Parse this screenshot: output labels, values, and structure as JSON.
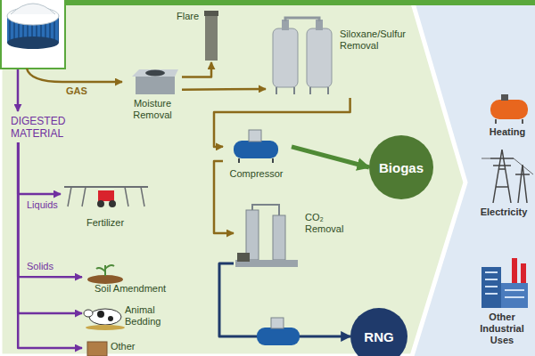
{
  "diagram": {
    "nodes": [
      {
        "text": [
          "Moisture Removal"
        ]
      },
      {
        "text": [
          "Flare"
        ]
      },
      {
        "text": [
          "Siloxane/Sulfur Removal"
        ]
      },
      {
        "text": [
          "Compressor"
        ]
      },
      {
        "text": [
          "Biogas"
        ]
      },
      {
        "text": [
          "CO₂ Removal"
        ]
      },
      {
        "text": [
          "RNG"
        ]
      },
      {
        "text": [
          "DIGESTED MATERIAL"
        ]
      },
      {
        "text": [
          "Fertilizer"
        ]
      },
      {
        "text": [
          "Soil Amendment"
        ]
      },
      {
        "text": [
          "Animal Bedding"
        ]
      },
      {
        "text": [
          "Other"
        ]
      },
      {
        "text": [
          "Heating"
        ]
      },
      {
        "text": [
          "Electricity"
        ]
      },
      {
        "text": [
          "Other Industrial Uses"
        ]
      }
    ],
    "edges": [
      {
        "from": 0,
        "to": 1,
        "arrow": "to"
      },
      {
        "from": 0,
        "to": 2,
        "arrow": "to"
      },
      {
        "from": 2,
        "to": 3,
        "arrow": "to"
      },
      {
        "from": 3,
        "to": 4,
        "arrow": "to"
      },
      {
        "from": 3,
        "to": 5,
        "arrow": "to"
      },
      {
        "from": 5,
        "to": 6,
        "arrow": "to"
      },
      {
        "from": 7,
        "to": 8,
        "label": "Liquids",
        "arrow": "to"
      },
      {
        "from": 7,
        "to": 9,
        "label": "Solids",
        "arrow": "to"
      },
      {
        "from": 7,
        "to": 10,
        "arrow": "to"
      },
      {
        "from": 7,
        "to": 11,
        "arrow": "to"
      }
    ],
    "labels": [
      "GAS"
    ]
  }
}
